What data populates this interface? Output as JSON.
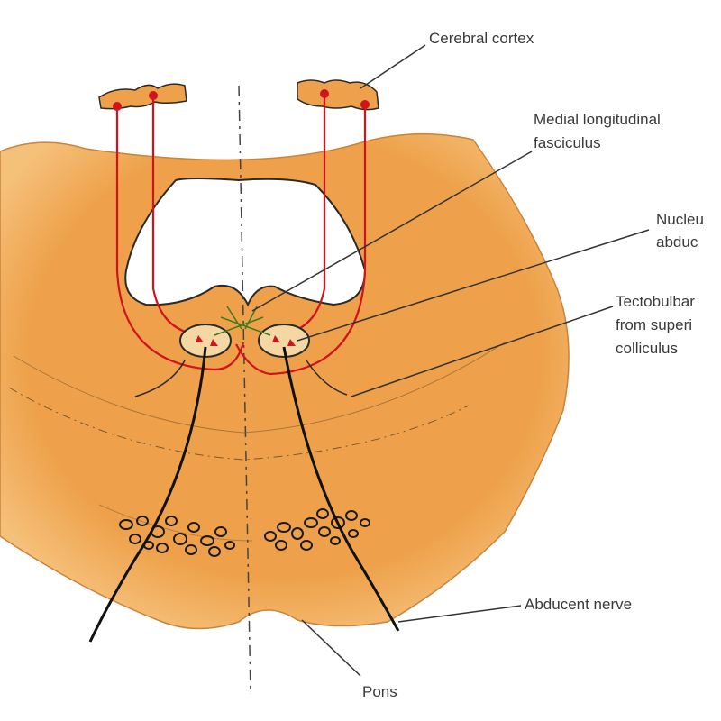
{
  "labels": {
    "cerebral_cortex": "Cerebral cortex",
    "mlf_line1": "Medial longitudinal",
    "mlf_line2": "fasciculus",
    "nucleus_line1": "Nucleu",
    "nucleus_line2": "abduc",
    "tecto_line1": "Tectobulbar",
    "tecto_line2": "from superi",
    "tecto_line3": "colliculus",
    "abducent_nerve": "Abducent nerve",
    "pons": "Pons"
  },
  "colors": {
    "tissue": "#eea14a",
    "tissue_light": "#f7c98c",
    "tract": "#d0141e",
    "nerve": "#111111",
    "leader": "#333333",
    "fibres": "#3c7a1e"
  }
}
